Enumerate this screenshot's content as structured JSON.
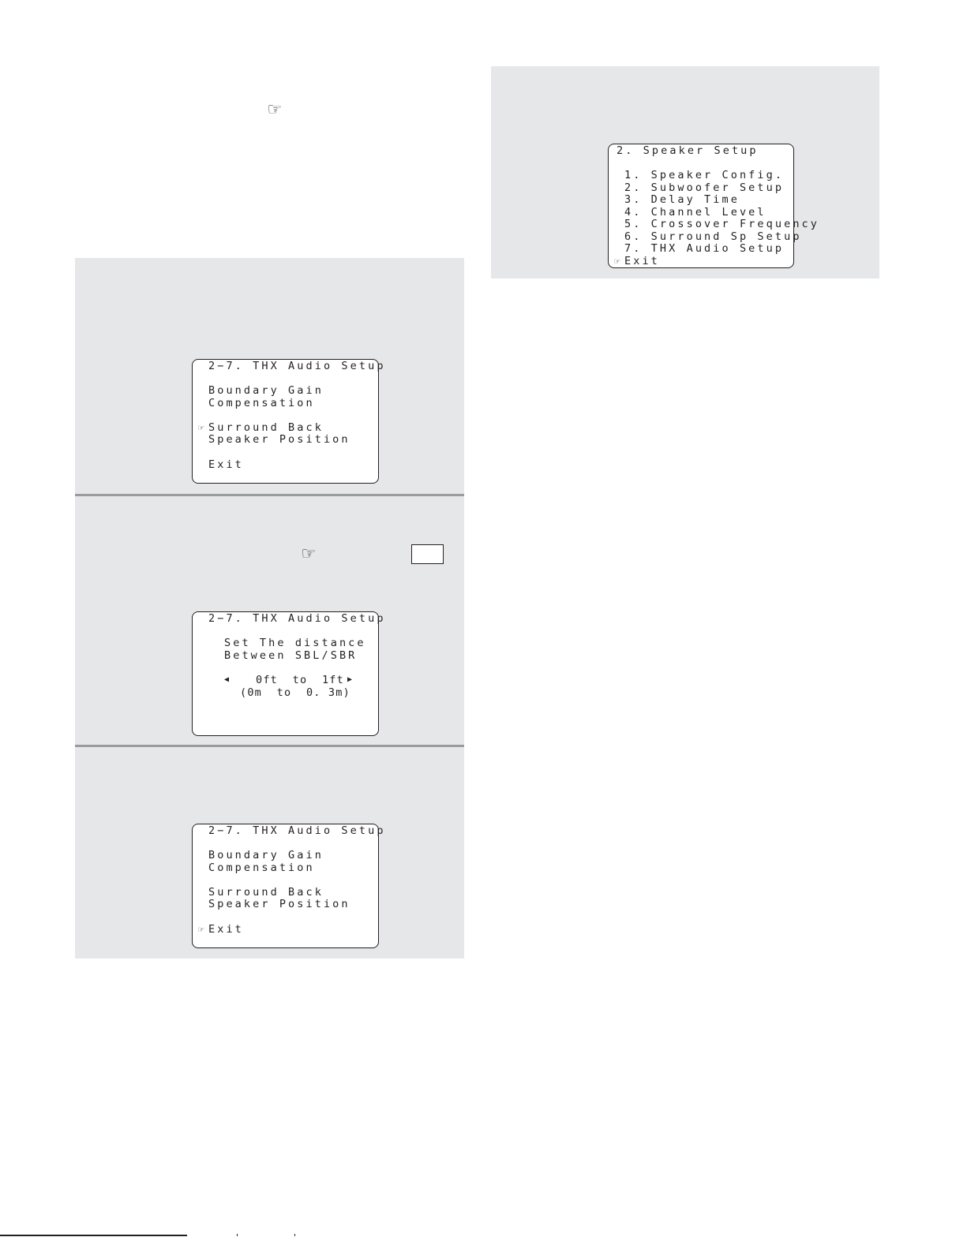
{
  "pointer_glyph": "☞",
  "cursor_glyph": "☞",
  "left_arrow_glyph": "◀",
  "right_arrow_glyph": "▶",
  "screen_speaker_setup": {
    "title": "2. Speaker Setup",
    "items": [
      "1. Speaker Config.",
      "2. Subwoofer Setup",
      "3. Delay Time",
      "4. Channel Level",
      "5. Crossover Frequency",
      "6. Surround Sp Setup",
      "7. THX Audio Setup"
    ],
    "exit": "Exit"
  },
  "screen_thx_menu_1": {
    "title": "2−7. THX Audio Setup",
    "line1": "Boundary Gain",
    "line2": "Compensation",
    "line3": "Surround Back",
    "line4": "Speaker Position",
    "exit": "Exit"
  },
  "screen_thx_distance": {
    "title": "2−7. THX Audio Setup",
    "line1": "Set The distance",
    "line2": "Between SBL/SBR",
    "range_ft": "0ft  to  1ft",
    "range_m": "(0m  to  0. 3m)"
  },
  "screen_thx_menu_2": {
    "title": "2−7. THX Audio Setup",
    "line1": "Boundary Gain",
    "line2": "Compensation",
    "line3": "Surround Back",
    "line4": "Speaker Position",
    "exit": "Exit"
  },
  "colors": {
    "panel_bg": "#e6e7e8",
    "divider": "#9a9b9d",
    "ink": "#231f20"
  }
}
